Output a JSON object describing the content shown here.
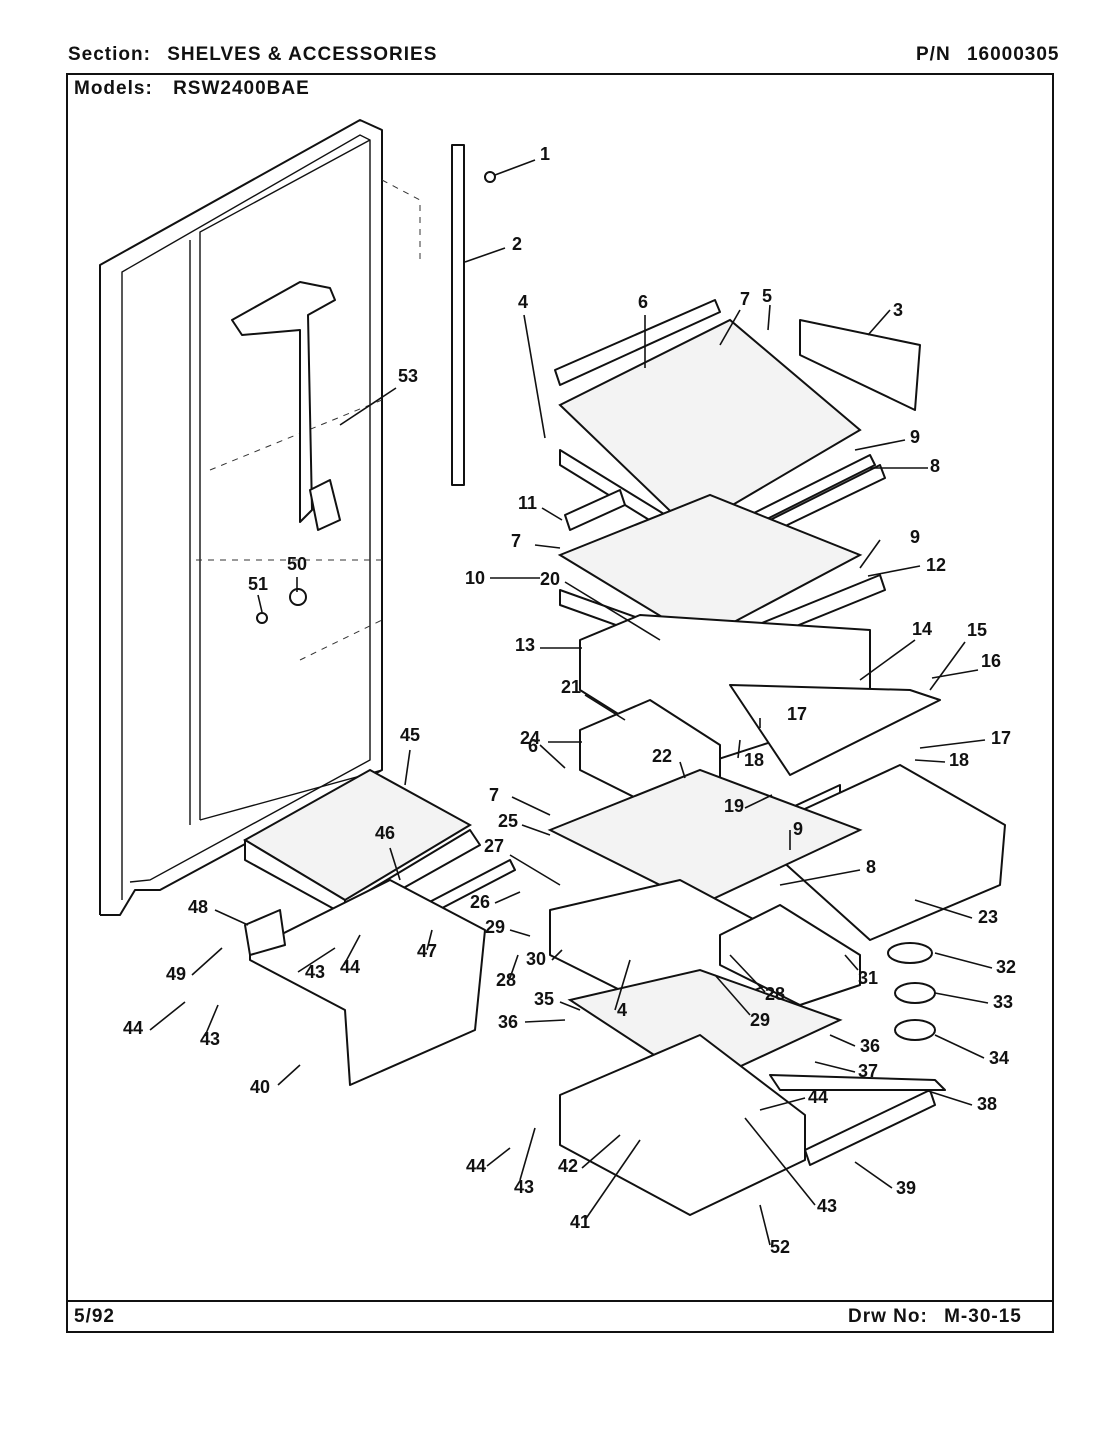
{
  "header": {
    "section_label": "Section:",
    "section_value": "SHELVES & ACCESSORIES",
    "pn_label": "P/N",
    "pn_value": "16000305",
    "models_label": "Models:",
    "models_value": "RSW2400BAE"
  },
  "footer": {
    "date": "5/92",
    "drawing_label": "Drw No:",
    "drawing_value": "M-30-15"
  },
  "callouts": [
    "1",
    "2",
    "3",
    "4",
    "5",
    "6",
    "7",
    "8",
    "9",
    "10",
    "11",
    "12",
    "13",
    "14",
    "15",
    "16",
    "17",
    "18",
    "19",
    "20",
    "21",
    "22",
    "23",
    "24",
    "25",
    "26",
    "27",
    "28",
    "29",
    "30",
    "31",
    "32",
    "33",
    "34",
    "35",
    "36",
    "37",
    "38",
    "39",
    "40",
    "41",
    "42",
    "43",
    "44",
    "45",
    "46",
    "47",
    "48",
    "49",
    "50",
    "51",
    "52",
    "53"
  ]
}
